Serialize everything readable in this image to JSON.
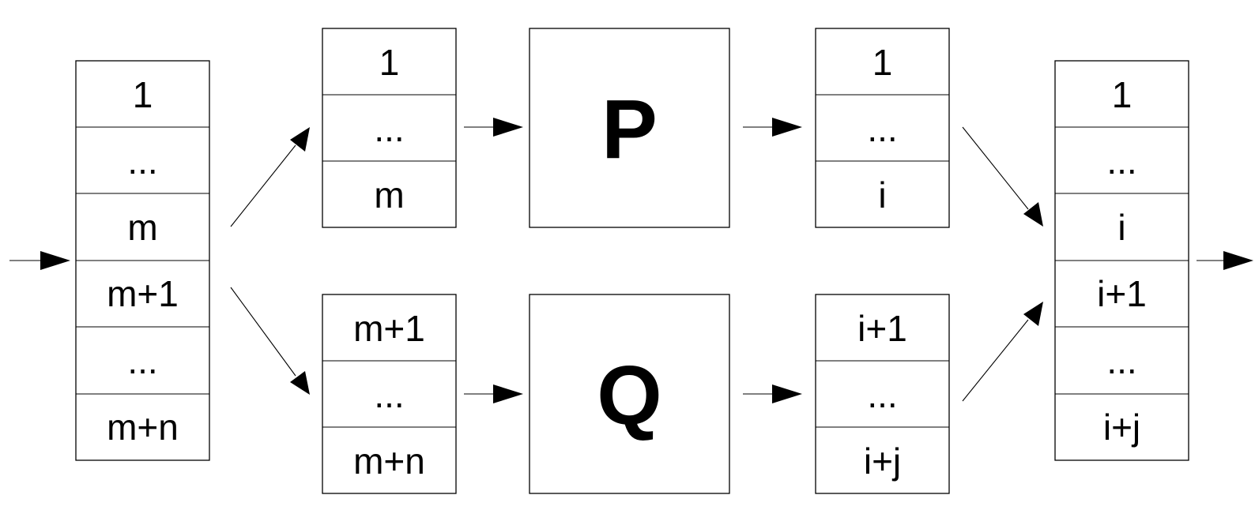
{
  "input_register": [
    "1",
    "...",
    "m",
    "m+1",
    "...",
    "m+n"
  ],
  "split_top": [
    "1",
    "...",
    "m"
  ],
  "split_bottom": [
    "m+1",
    "...",
    "m+n"
  ],
  "process_p": "P",
  "process_q": "Q",
  "result_top": [
    "1",
    "...",
    "i"
  ],
  "result_bottom": [
    "i+1",
    "...",
    "i+j"
  ],
  "output_register": [
    "1",
    "...",
    "i",
    "i+1",
    "...",
    "i+j"
  ]
}
